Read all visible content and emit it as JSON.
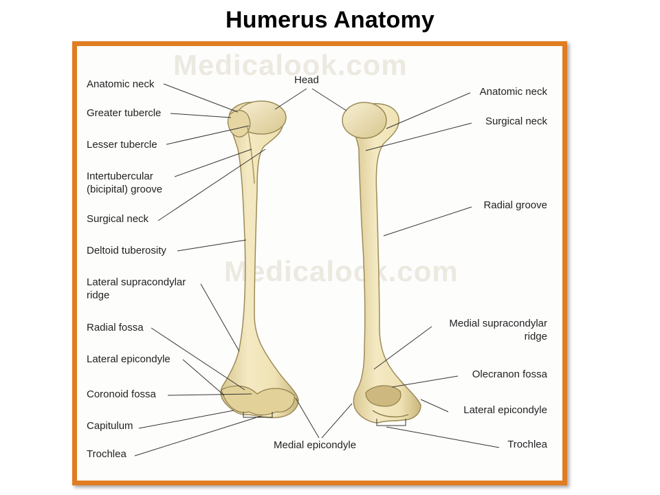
{
  "title": "Humerus Anatomy",
  "watermark": "Medicalook.com",
  "colors": {
    "frame": "#e07d22",
    "bone": "#efe2b4",
    "bone_shadow": "#c9b67d",
    "leader": "#333333"
  },
  "labels": {
    "head": "Head",
    "left": {
      "anatomic_neck": "Anatomic neck",
      "greater_tubercle": "Greater tubercle",
      "lesser_tubercle": "Lesser tubercle",
      "intertubercular_1": "Intertubercular",
      "intertubercular_2": "(bicipital) groove",
      "surgical_neck": "Surgical neck",
      "deltoid_tuberosity": "Deltoid tuberosity",
      "lateral_supracondylar_1": "Lateral supracondylar",
      "lateral_supracondylar_2": "ridge",
      "radial_fossa": "Radial fossa",
      "lateral_epicondyle": "Lateral epicondyle",
      "coronoid_fossa": "Coronoid fossa",
      "capitulum": "Capitulum",
      "trochlea": "Trochlea"
    },
    "medial_epicondyle": "Medial epicondyle",
    "right": {
      "anatomic_neck": "Anatomic neck",
      "surgical_neck": "Surgical neck",
      "radial_groove": "Radial groove",
      "medial_supracondylar_1": "Medial supracondylar",
      "medial_supracondylar_2": "ridge",
      "olecranon_fossa": "Olecranon fossa",
      "lateral_epicondyle": "Lateral epicondyle",
      "trochlea": "Trochlea"
    }
  }
}
